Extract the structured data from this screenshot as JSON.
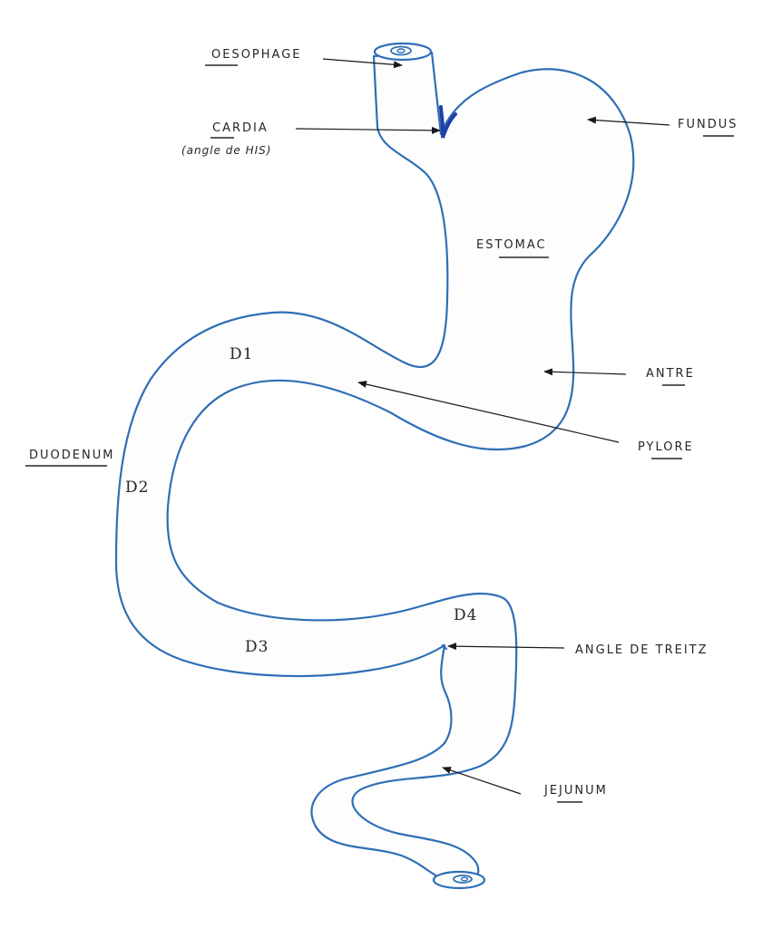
{
  "colors": {
    "outline": "#2e6fb5",
    "ink": "#262626",
    "cardia_mark": "#1f3fa8"
  },
  "labels": {
    "oesophage": "OESOPHAGE",
    "cardia": "CARDIA",
    "cardia_note": "(angle de HIS)",
    "fundus": "FUNDUS",
    "estomac": "ESTOMAC",
    "antre": "ANTRE",
    "pylore": "PYLORE",
    "duodenum": "DUODENUM",
    "angle_treitz": "ANGLE DE TREITZ",
    "jejunum": "JEJUNUM"
  },
  "segments": {
    "d1": "D1",
    "d2": "D2",
    "d3": "D3",
    "d4": "D4"
  }
}
